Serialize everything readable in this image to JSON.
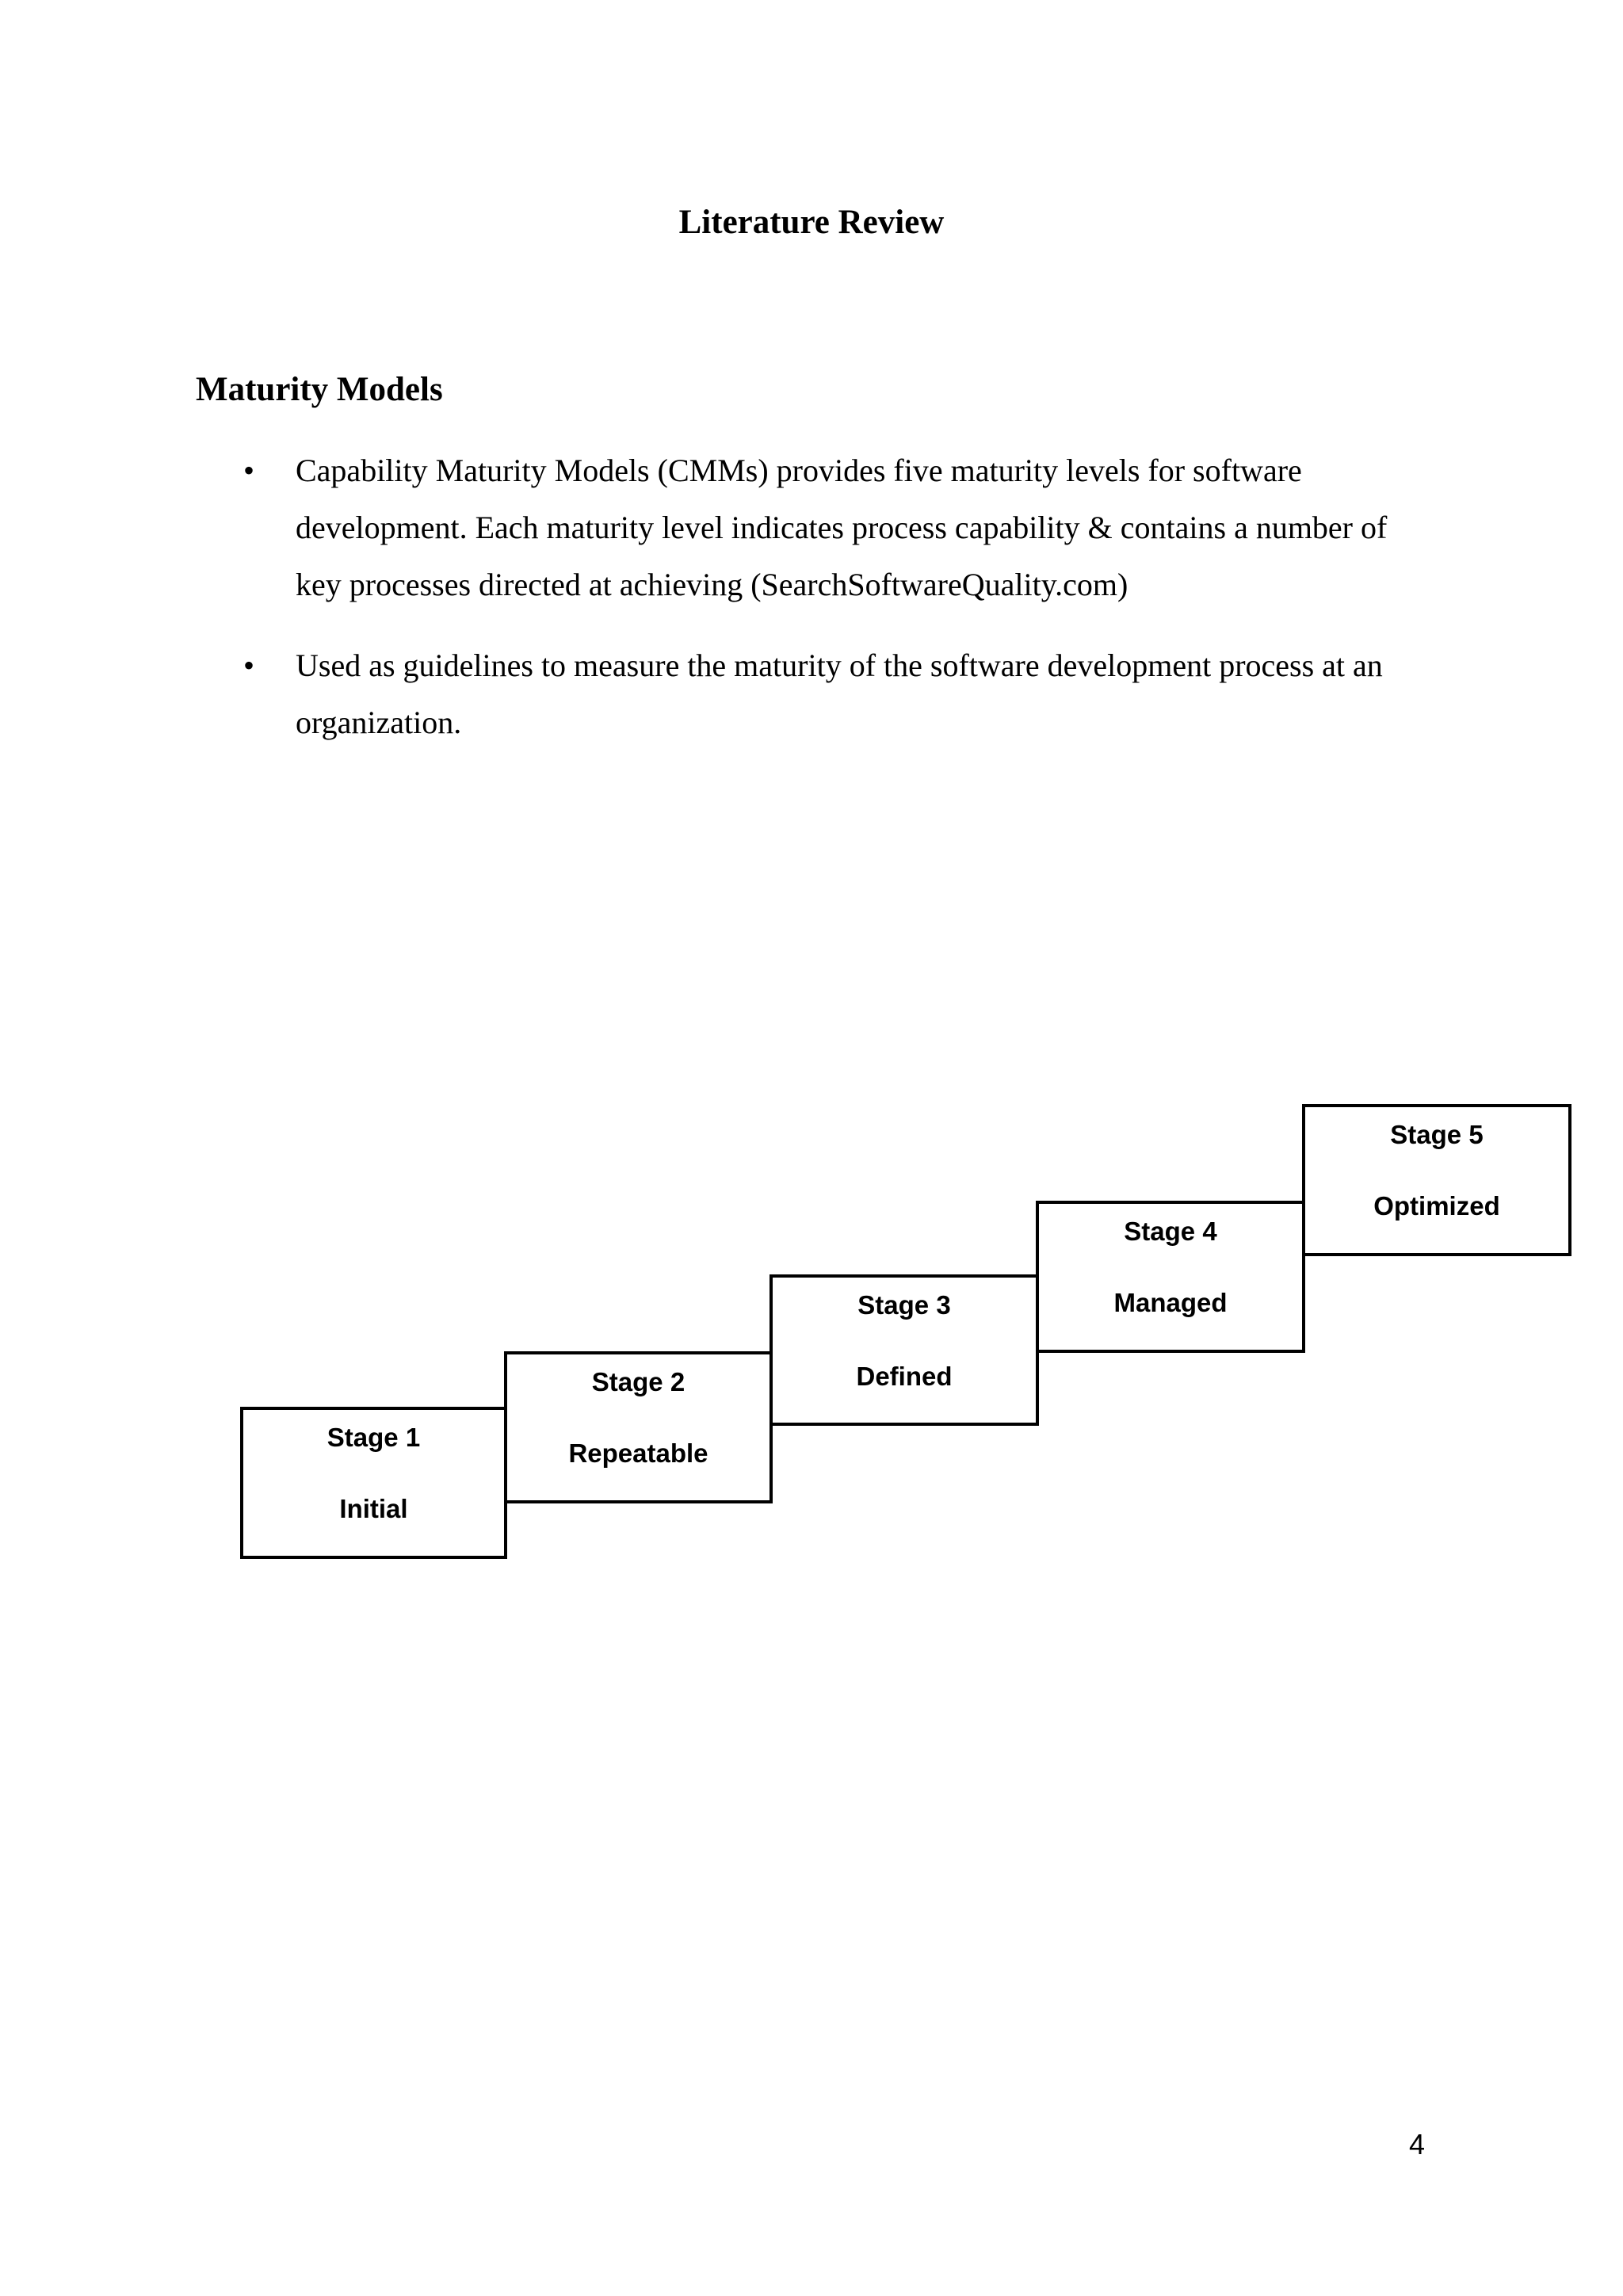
{
  "document": {
    "title": "Literature Review",
    "section_heading": "Maturity Models",
    "bullets": [
      {
        "marker": "•",
        "lines": [
          "Capability Maturity Models (CMMs) provides five maturity levels for software",
          "development. Each maturity level indicates process capability & contains a number of",
          "key processes directed at achieving (SearchSoftwareQuality.com)"
        ]
      },
      {
        "marker": "•",
        "lines": [
          "Used as guidelines to measure the maturity of the software development process at an",
          "organization."
        ]
      }
    ],
    "page_number": "4"
  },
  "diagram": {
    "stages": [
      {
        "label": "Stage 1",
        "name": "Initial"
      },
      {
        "label": "Stage 2",
        "name": "Repeatable"
      },
      {
        "label": "Stage 3",
        "name": "Defined"
      },
      {
        "label": "Stage 4",
        "name": "Managed"
      },
      {
        "label": "Stage 5",
        "name": "Optimized"
      }
    ]
  },
  "colors": {
    "background": "#ffffff",
    "text": "#000000",
    "box_border": "#000000"
  }
}
